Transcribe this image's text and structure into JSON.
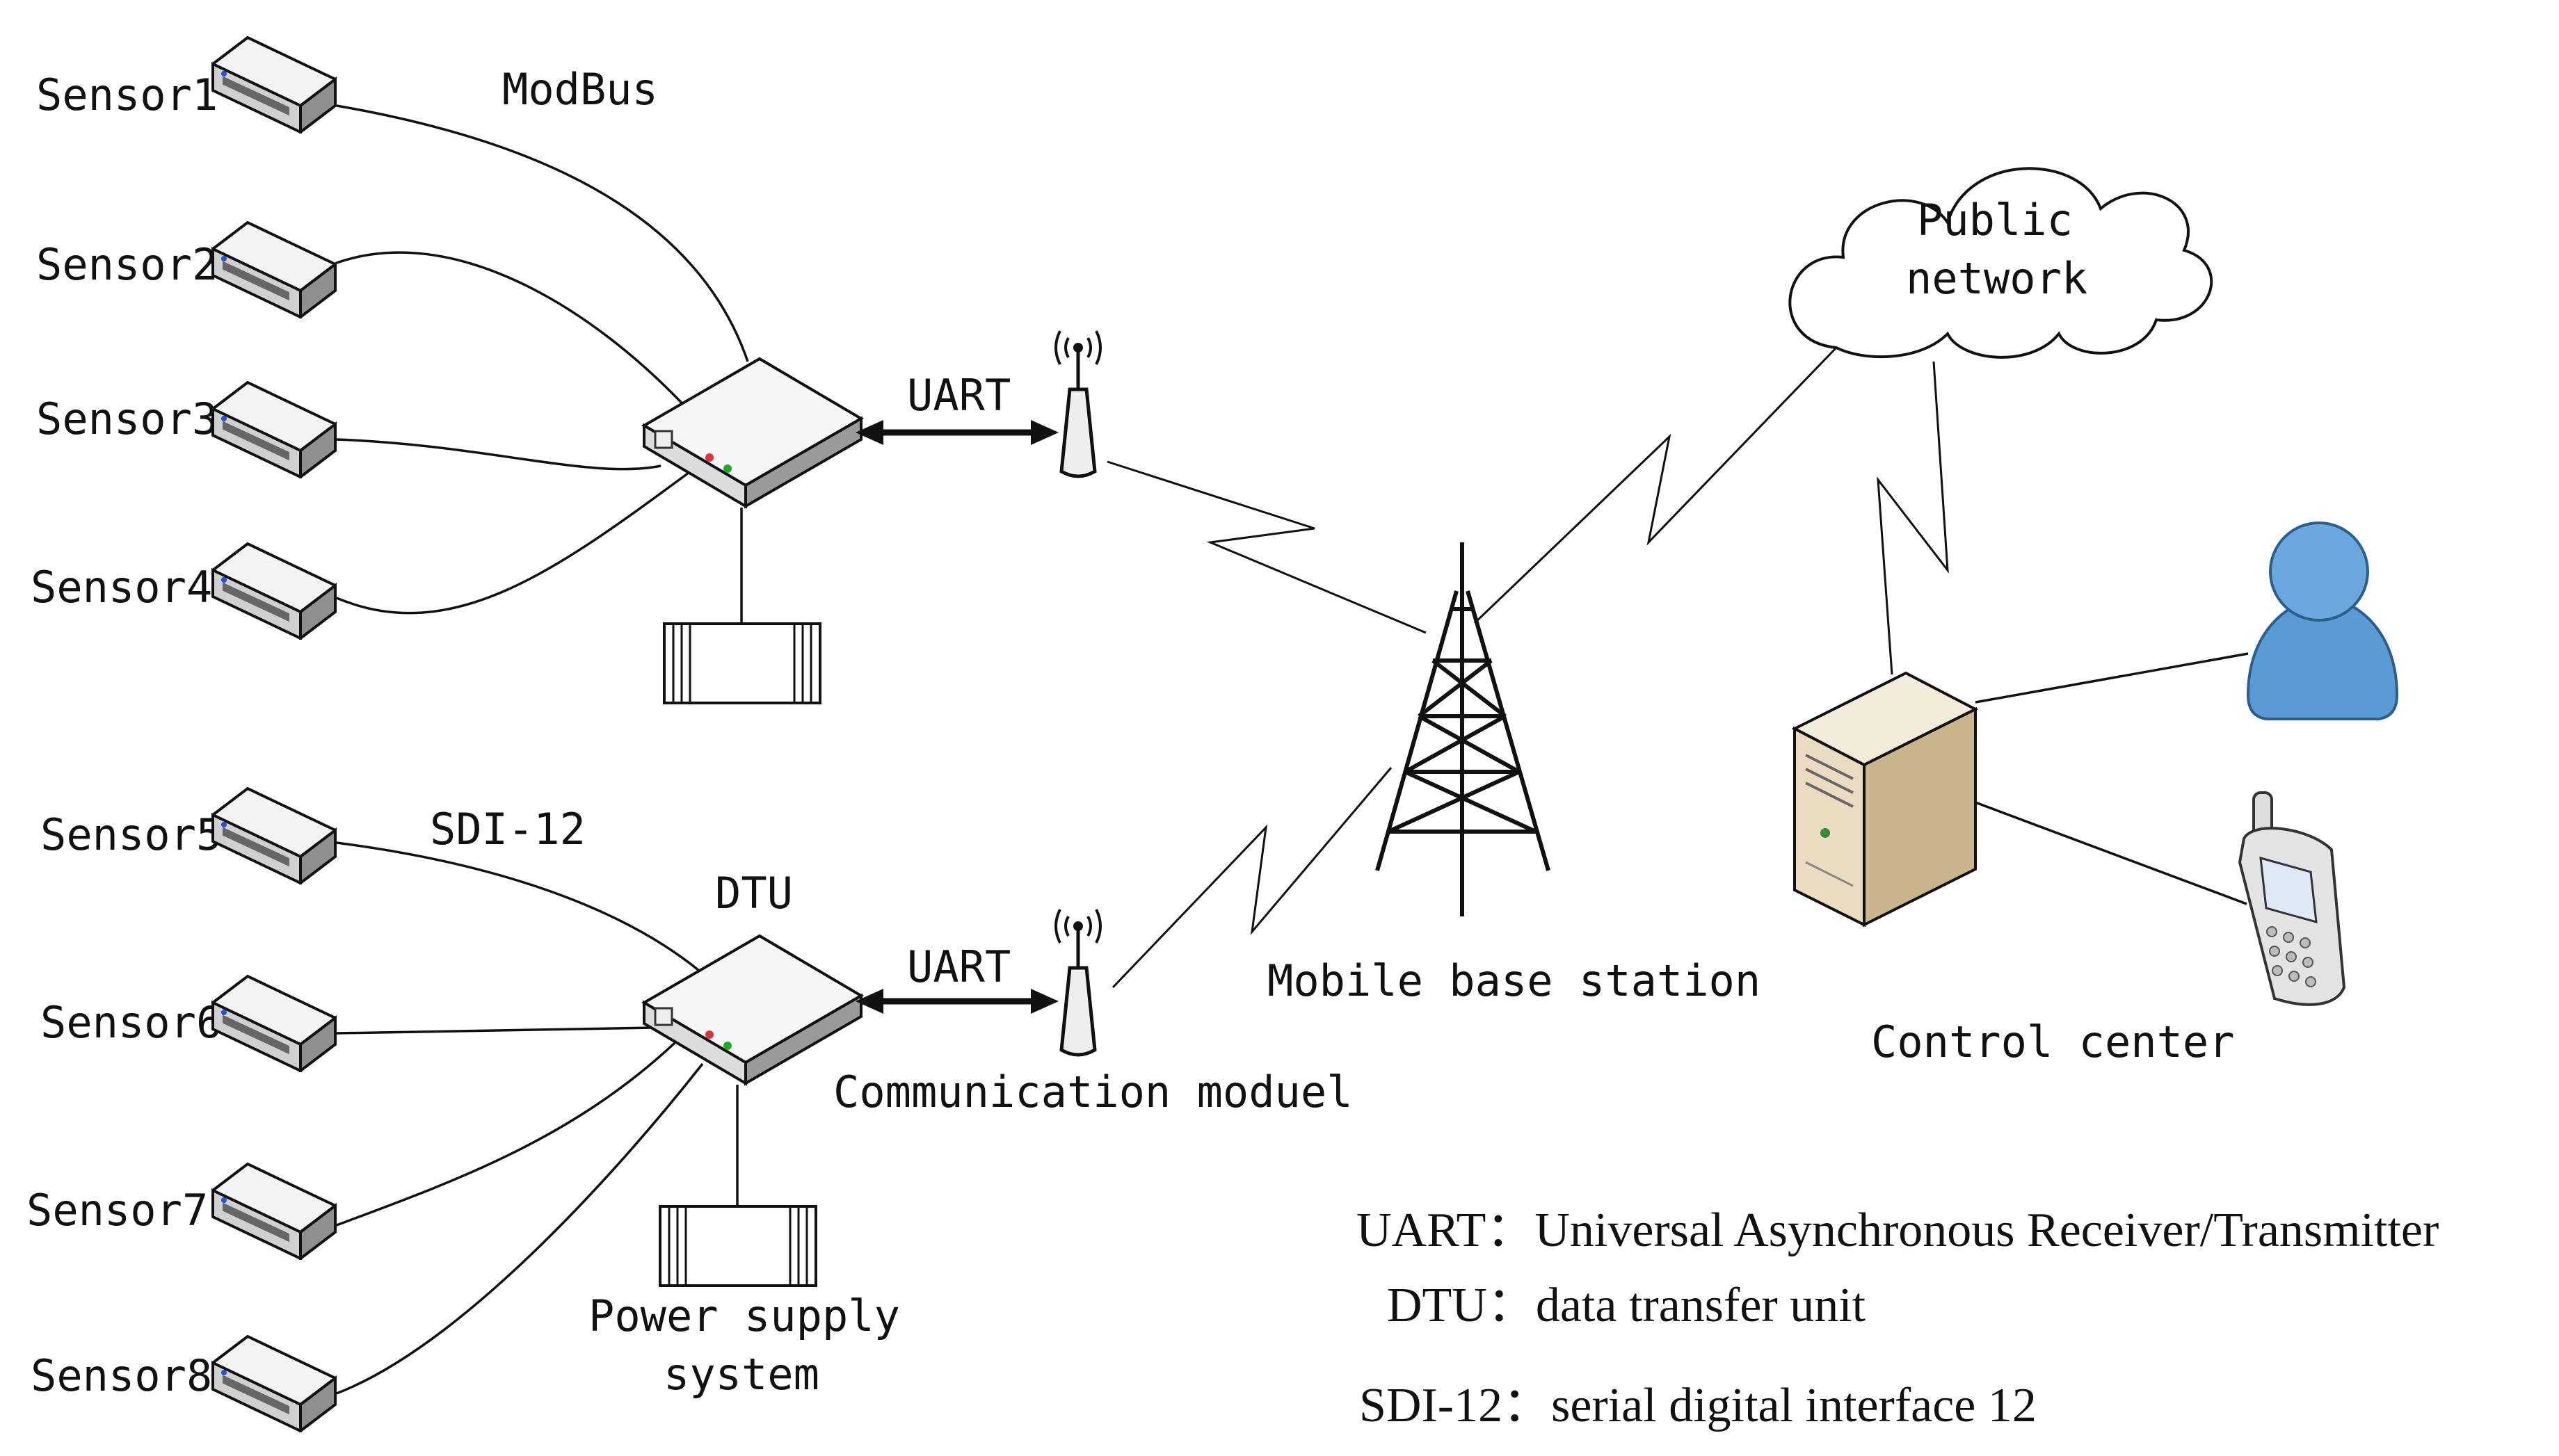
{
  "sensors": [
    {
      "label": "Sensor1"
    },
    {
      "label": "Sensor2"
    },
    {
      "label": "Sensor3"
    },
    {
      "label": "Sensor4"
    },
    {
      "label": "Sensor5"
    },
    {
      "label": "Sensor6"
    },
    {
      "label": "Sensor7"
    },
    {
      "label": "Sensor8"
    }
  ],
  "protocols": {
    "top": "ModBus",
    "bottom": "SDI-12"
  },
  "dtu_label": "DTU",
  "uart_top": "UART",
  "uart_bottom": "UART",
  "communication_module": "Communication moduel",
  "power_supply": {
    "line1": "Power supply",
    "line2": "system"
  },
  "base_station": "Mobile base station",
  "public_network": {
    "line1": "Public",
    "line2": "network"
  },
  "control_center": "Control center",
  "legend": {
    "uart": "UART：Universal Asynchronous Receiver/Transmitter",
    "dtu": "DTU：data transfer unit",
    "sdi": "SDI-12：serial digital interface 12"
  }
}
